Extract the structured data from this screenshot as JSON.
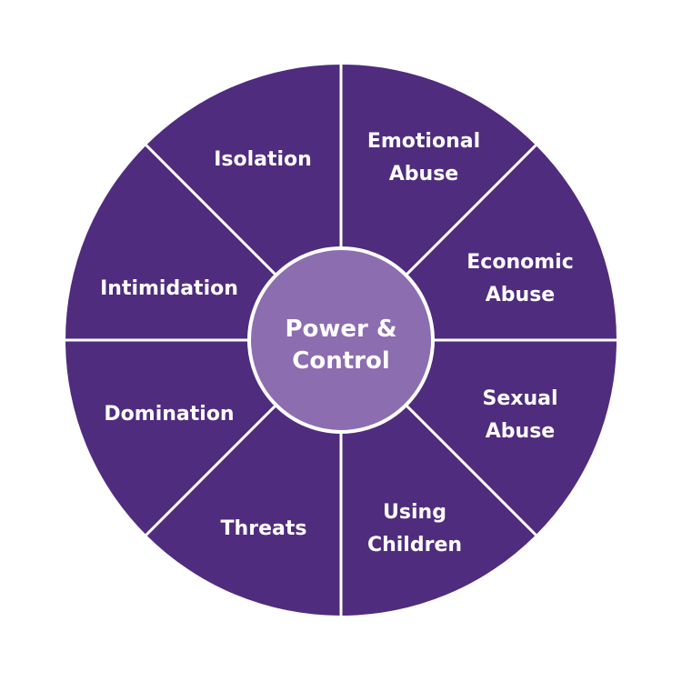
{
  "diagram": {
    "center": {
      "line1": "Power &",
      "line2": "Control"
    },
    "segments": [
      {
        "id": "isolation",
        "lines": [
          "Isolation"
        ]
      },
      {
        "id": "emotional-abuse",
        "lines": [
          "Emotional",
          "Abuse"
        ]
      },
      {
        "id": "economic-abuse",
        "lines": [
          "Economic",
          "Abuse"
        ]
      },
      {
        "id": "sexual-abuse",
        "lines": [
          "Sexual",
          "Abuse"
        ]
      },
      {
        "id": "using-children",
        "lines": [
          "Using",
          "Children"
        ]
      },
      {
        "id": "threats",
        "lines": [
          "Threats"
        ]
      },
      {
        "id": "domination",
        "lines": [
          "Domination"
        ]
      },
      {
        "id": "intimidation",
        "lines": [
          "Intimidation"
        ]
      }
    ],
    "colors": {
      "segment": "#4f2c7e",
      "hub": "#8b6db0",
      "divider": "#ffffff",
      "text": "#ffffff"
    }
  }
}
